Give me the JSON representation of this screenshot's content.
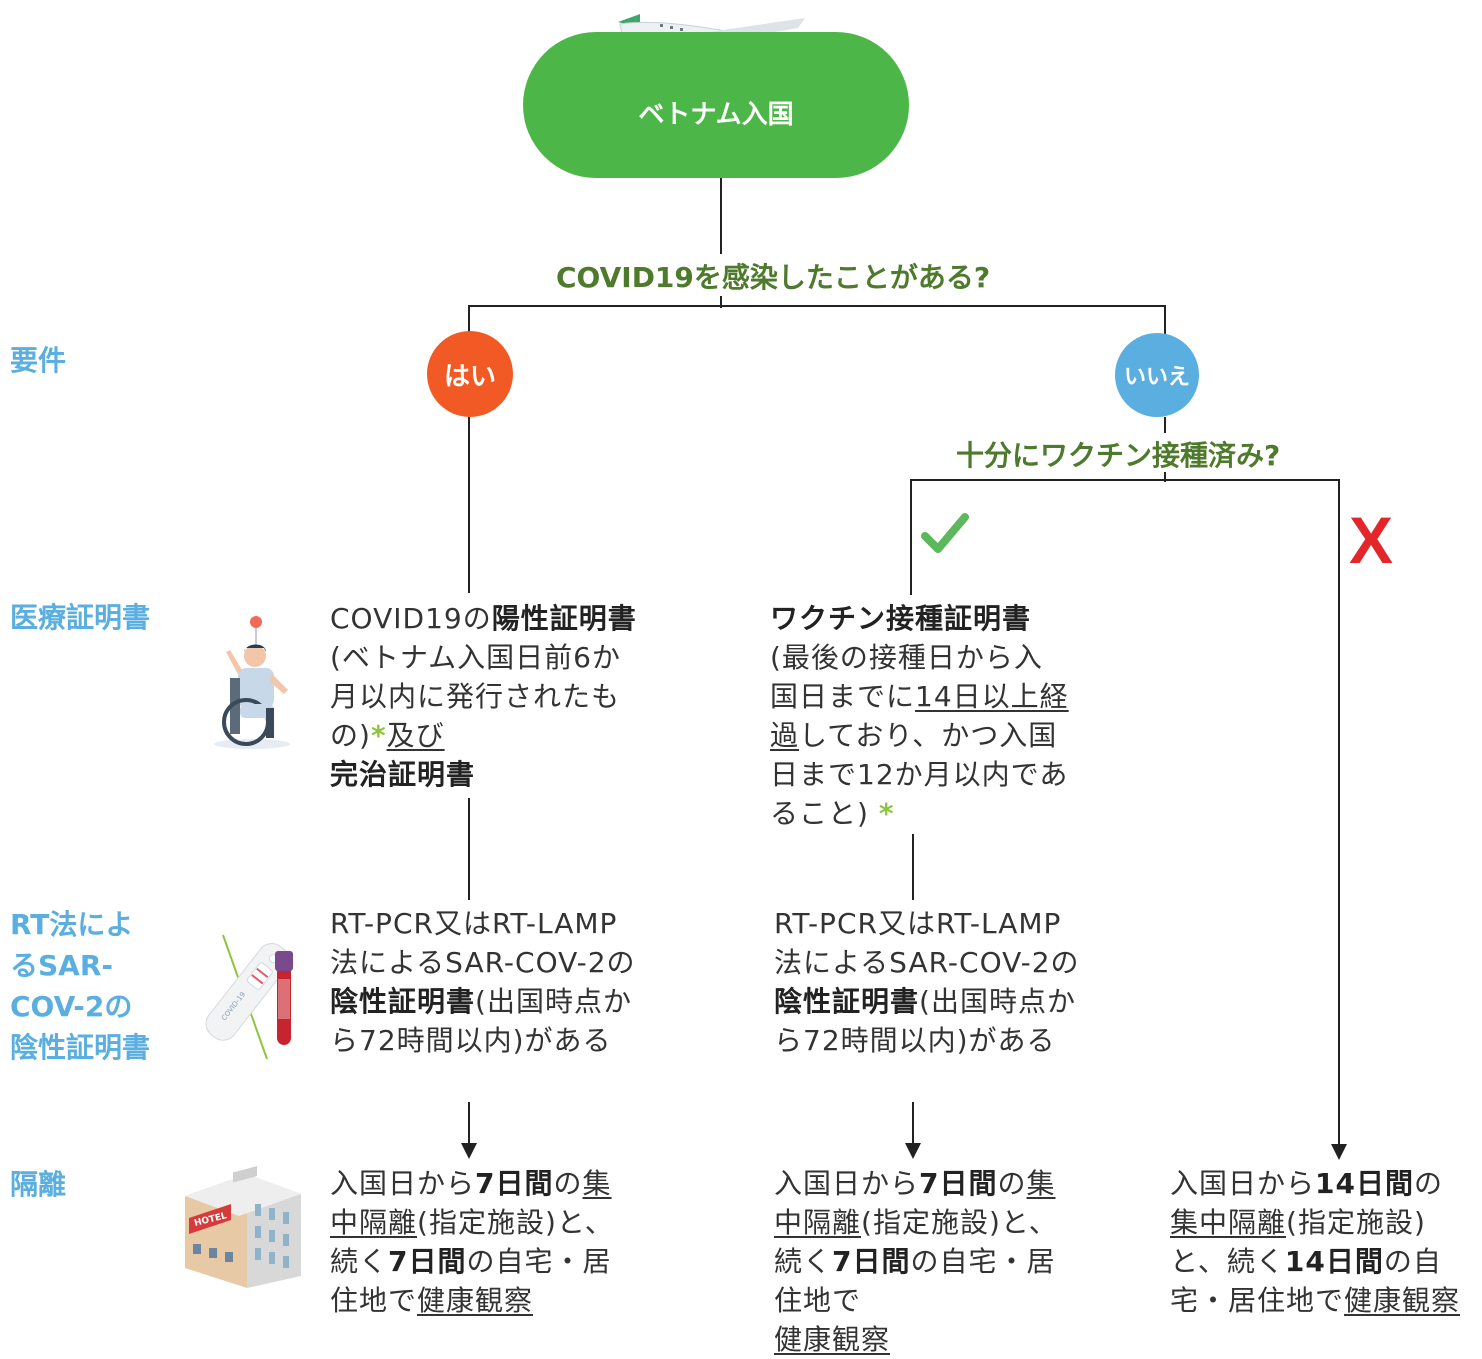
{
  "start": {
    "label": "ベトナム入国"
  },
  "questions": {
    "infected": "COVID19を感染したことがある?",
    "vaccinated": "十分にワクチン接種済み?"
  },
  "answers": {
    "yes": "はい",
    "no": "いいえ"
  },
  "marks": {
    "check": "✓",
    "cross": "X"
  },
  "row_labels": {
    "requirement": "要件",
    "medical": "医療証明書",
    "test": "RT法によるSAR-COV-2の陰性証明書",
    "quarantine": "隔離"
  },
  "medical": {
    "yes": {
      "p1": "COVID19の",
      "b1": "陽性証明書",
      "p2": "(ベトナム入国日前6か月以内に発行されたもの)",
      "star": "*",
      "u1": "及び",
      "b2": "完治証明書"
    },
    "vaccinated": {
      "b1": "ワクチン接種証明書",
      "p1": "(最後の接種日から入国日までに",
      "u1": "14日以上経過",
      "p2": "しており、かつ入国日まで12か月以内であること)",
      "star": "*"
    }
  },
  "test": {
    "p1": "RT-PCR又はRT-LAMP法によるSAR-COV-2の",
    "b1": "陰性証明書",
    "p2": "(出国時点から72時間以内)がある"
  },
  "quarantine": {
    "seven": {
      "p1": "入国日から",
      "b1": "7日間",
      "p2": "の",
      "u1": "集中隔離",
      "p3": "(指定施設)と、続く",
      "b2": "7日間",
      "p4": "の自宅・居住地で",
      "u2": "健康観察"
    },
    "fourteen": {
      "p1": "入国日から",
      "b1": "14日間",
      "p2": "の",
      "u1": "集中隔離",
      "p3": "(指定施設)と、続く",
      "b2": "14日間",
      "p4": "の自宅・居住地で",
      "u2": "健康観察"
    }
  },
  "illustrations": {
    "hotel_sign": "HOTEL",
    "test_kit_label": "COVID-19"
  },
  "colors": {
    "start": "#4cb648",
    "question": "#4e7a2c",
    "yes": "#f15a24",
    "no": "#5aaee0",
    "label": "#5aaee0",
    "check": "#5cb85c",
    "cross": "#e3262a",
    "star": "#8cc63f"
  }
}
